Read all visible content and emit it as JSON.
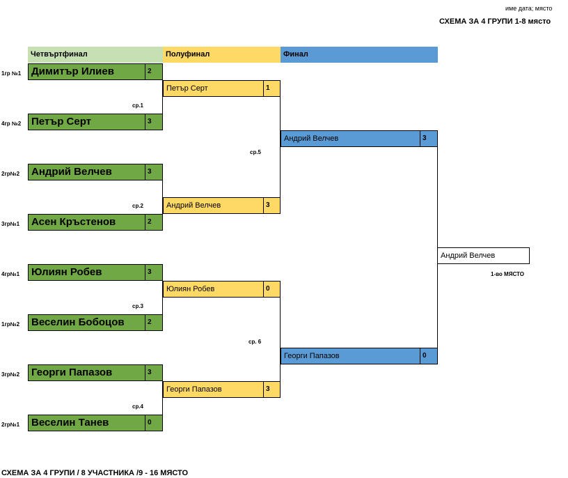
{
  "top_note": "име дата; място",
  "title": "СХЕМА ЗА 4 ГРУПИ   1-8 място",
  "headers": {
    "quarterfinal": "Четвъртфинал",
    "semifinal": "Полуфинал",
    "final": "Финал"
  },
  "quarterfinals": [
    {
      "seed": "1гр №1",
      "name": "Димитър Илиев",
      "score": "2"
    },
    {
      "seed": "4гр №2",
      "name": "Петър Серт",
      "score": "3"
    },
    {
      "seed": "2гр№2",
      "name": "Андрий Велчев",
      "score": "3"
    },
    {
      "seed": "3гр№1",
      "name": "Асен Кръстенов",
      "score": "2"
    },
    {
      "seed": "4гр№1",
      "name": "Юлиян Робев",
      "score": "3"
    },
    {
      "seed": "1гр№2",
      "name": "Веселин Бобоцов",
      "score": "2"
    },
    {
      "seed": "3гр№2",
      "name": "Георги Папазов",
      "score": "3"
    },
    {
      "seed": "2гр№1",
      "name": "Веселин Танев",
      "score": "0"
    }
  ],
  "match_labels": [
    "ср.1",
    "ср.2",
    "ср.3",
    "ср.4",
    "ср.5",
    "ср. 6"
  ],
  "semifinals": [
    {
      "name": "Петър Серт",
      "score": "1"
    },
    {
      "name": "Андрий Велчев",
      "score": "3"
    },
    {
      "name": "Юлиян Робев",
      "score": "0"
    },
    {
      "name": "Георги Папазов",
      "score": "3"
    }
  ],
  "finals": [
    {
      "name": "Андрий Велчев",
      "score": "3"
    },
    {
      "name": "Георги Папазов",
      "score": "0"
    }
  ],
  "winner": {
    "name": "Андрий Велчев",
    "place": "1-во МЯСТО"
  },
  "footer": "СХЕМА ЗА 4 ГРУПИ   / 8 УЧАСТНИКА /9 - 16  МЯСТО",
  "colors": {
    "quarterfinal": "#70a845",
    "quarterfinal_header": "#c6e0b4",
    "semifinal": "#ffd966",
    "final": "#5b9bd5"
  }
}
